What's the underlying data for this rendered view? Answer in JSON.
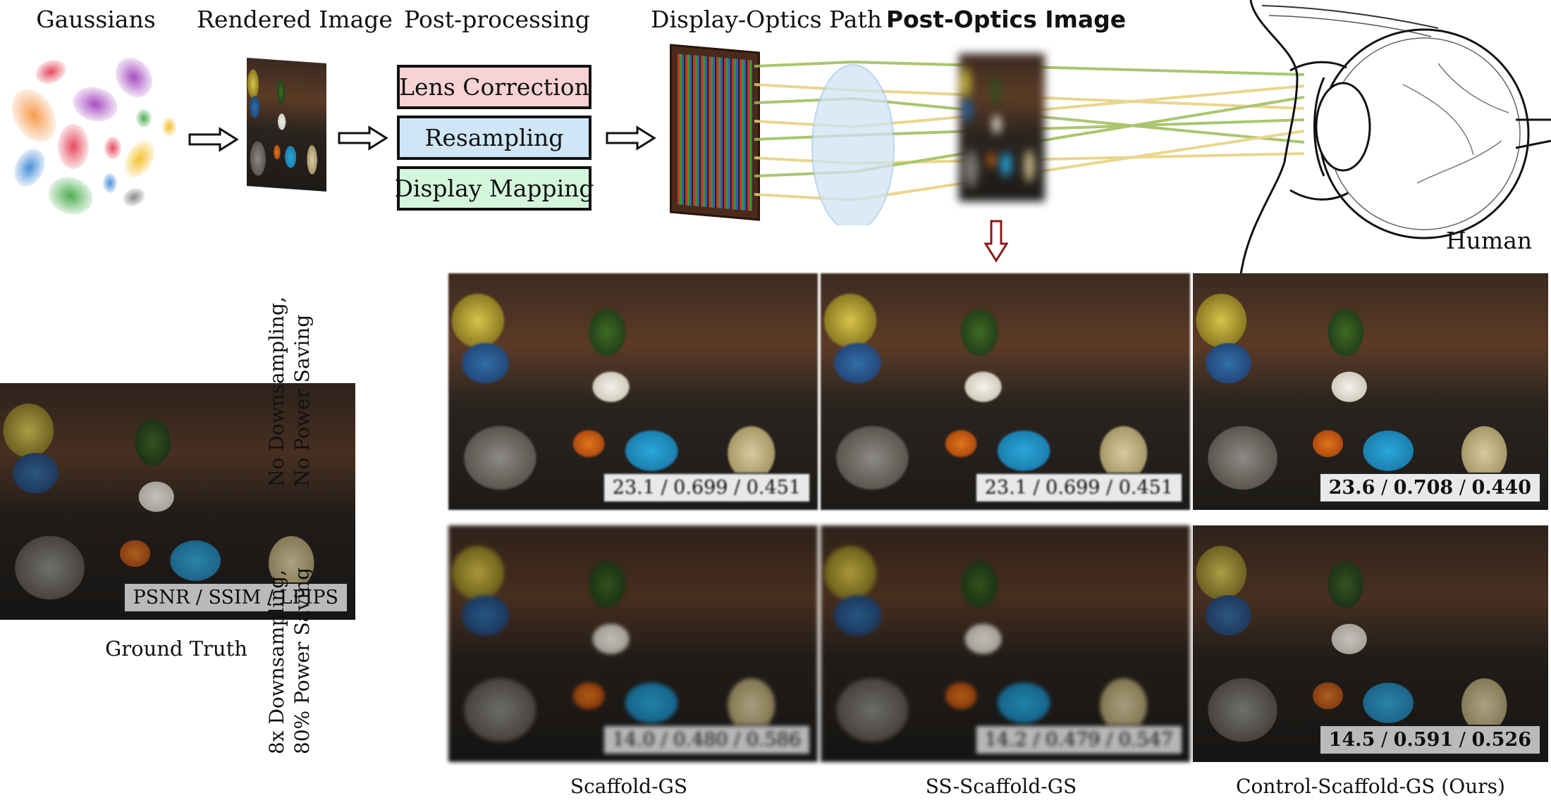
{
  "stages": {
    "gaussians": "Gaussians",
    "rendered": "Rendered Image",
    "postprocessing": "Post-processing",
    "display_optics": "Display-Optics Path",
    "post_optics": "Post-Optics Image",
    "human": "Human"
  },
  "postprocessing_steps": [
    {
      "label": "Lens Correction",
      "color": "#f9d3d4"
    },
    {
      "label": "Resampling",
      "color": "#cfe6f7"
    },
    {
      "label": "Display Mapping",
      "color": "#d4f6dc"
    }
  ],
  "ground_truth": {
    "caption": "Ground Truth",
    "metric_label": "PSNR / SSIM / LPIPS"
  },
  "rows": [
    {
      "label_line1": "No Downsampling,",
      "label_line2": "No Power Saving"
    },
    {
      "label_line1": "8x Downsampling,",
      "label_line2": "80% Power Saving"
    }
  ],
  "methods": [
    "Scaffold-GS",
    "SS-Scaffold-GS",
    "Control-Scaffold-GS (Ours)"
  ],
  "metrics": [
    [
      {
        "psnr": "23.1",
        "ssim": "0.699",
        "lpips": "0.451"
      },
      {
        "psnr": "23.1",
        "ssim": "0.699",
        "lpips": "0.451"
      },
      {
        "psnr": "23.6",
        "ssim": "0.708",
        "lpips": "0.440"
      }
    ],
    [
      {
        "psnr": "14.0",
        "ssim": "0.480",
        "lpips": "0.586"
      },
      {
        "psnr": "14.2",
        "ssim": "0.479",
        "lpips": "0.547"
      },
      {
        "psnr": "14.5",
        "ssim": "0.591",
        "lpips": "0.526"
      }
    ]
  ],
  "separator": " / ",
  "colors": {
    "ray_green": "#9dbb55",
    "ray_yellow": "#e6cf7a",
    "down_arrow": "#8b1a1a",
    "lens_blue": "#cfe3f4"
  }
}
